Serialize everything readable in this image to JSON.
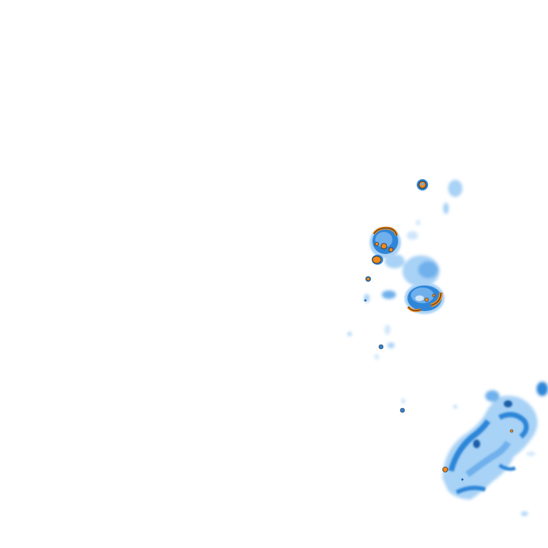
{
  "radar": {
    "background": "#ffffff",
    "palette": {
      "very_light": "#cfe6fb",
      "light": "#a8d2f6",
      "medium": "#6fb0ec",
      "strong": "#2f86d8",
      "heavy": "#1a5ea8",
      "intense": "#f08a1c",
      "outline": "#2b2b2b"
    },
    "echo_types": [
      "light",
      "moderate",
      "heavy",
      "intense"
    ]
  }
}
